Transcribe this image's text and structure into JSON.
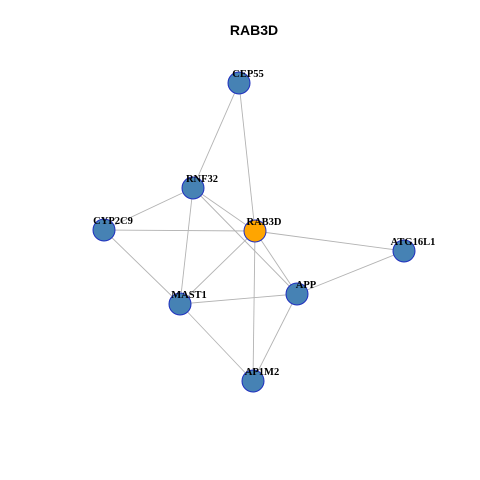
{
  "title": "RAB3D",
  "colors": {
    "node_default": "#4682b4",
    "node_focus": "#ffa500",
    "node_border": "#1f2fbf",
    "edge": "#b3b3b3"
  },
  "nodes": [
    {
      "id": "CEP55",
      "label": "CEP55",
      "focus": false
    },
    {
      "id": "RNF32",
      "label": "RNF32",
      "focus": false
    },
    {
      "id": "CYP2C9",
      "label": "CYP2C9",
      "focus": false
    },
    {
      "id": "RAB3D",
      "label": "RAB3D",
      "focus": true
    },
    {
      "id": "ATG16L1",
      "label": "ATG16L1",
      "focus": false
    },
    {
      "id": "APP",
      "label": "APP",
      "focus": false
    },
    {
      "id": "MAST1",
      "label": "MAST1",
      "focus": false
    },
    {
      "id": "AP1M2",
      "label": "AP1M2",
      "focus": false
    }
  ],
  "edges": [
    [
      "CEP55",
      "RNF32"
    ],
    [
      "CEP55",
      "RAB3D"
    ],
    [
      "RNF32",
      "RAB3D"
    ],
    [
      "RNF32",
      "MAST1"
    ],
    [
      "RNF32",
      "CYP2C9"
    ],
    [
      "RNF32",
      "APP"
    ],
    [
      "CYP2C9",
      "RAB3D"
    ],
    [
      "CYP2C9",
      "MAST1"
    ],
    [
      "RAB3D",
      "ATG16L1"
    ],
    [
      "RAB3D",
      "APP"
    ],
    [
      "RAB3D",
      "MAST1"
    ],
    [
      "RAB3D",
      "AP1M2"
    ],
    [
      "ATG16L1",
      "APP"
    ],
    [
      "APP",
      "MAST1"
    ],
    [
      "APP",
      "AP1M2"
    ],
    [
      "MAST1",
      "AP1M2"
    ]
  ]
}
